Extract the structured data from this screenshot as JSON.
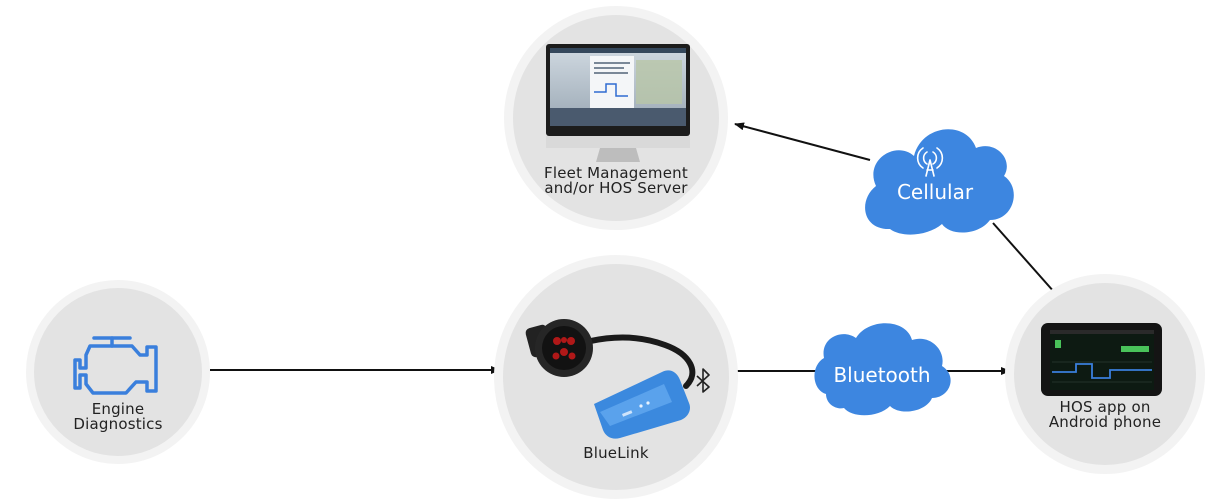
{
  "nodes": {
    "engine": {
      "line1": "Engine",
      "line2": "Diagnostics",
      "icon": "engine-check-icon"
    },
    "server": {
      "line1": "Fleet Management",
      "line2": "and/or HOS Server",
      "icon": "desktop-monitor-icon"
    },
    "bluelink": {
      "label": "BlueLink",
      "icon": "obd-adapter-icon"
    },
    "phone": {
      "line1": "HOS app on",
      "line2": "Android phone",
      "icon": "tablet-icon"
    }
  },
  "links": {
    "bluetooth": {
      "label": "Bluetooth",
      "icon": "bluetooth-icon"
    },
    "cellular": {
      "label": "Cellular",
      "icon": "antenna-icon"
    }
  },
  "colors": {
    "circle_outer": "#f3f3f3",
    "circle_inner": "#e3e3e3",
    "cloud": "#3d86e0",
    "engine_icon": "#3a7fdc",
    "arrow": "#111111"
  }
}
